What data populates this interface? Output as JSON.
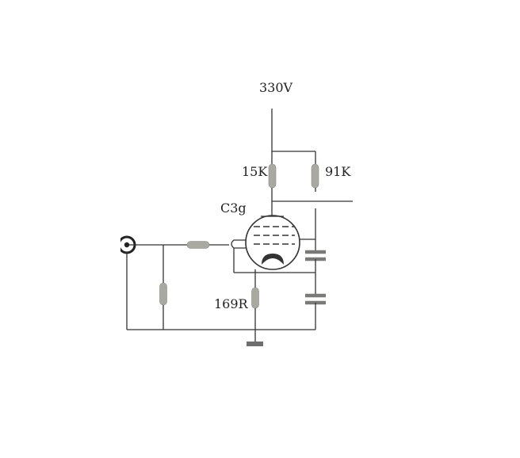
{
  "schematic": {
    "supply_label": "330V",
    "plate_resistor_label": "15K",
    "bypass_resistor_label": "91K",
    "tube_label": "C3g",
    "cathode_resistor_label": "169R"
  }
}
